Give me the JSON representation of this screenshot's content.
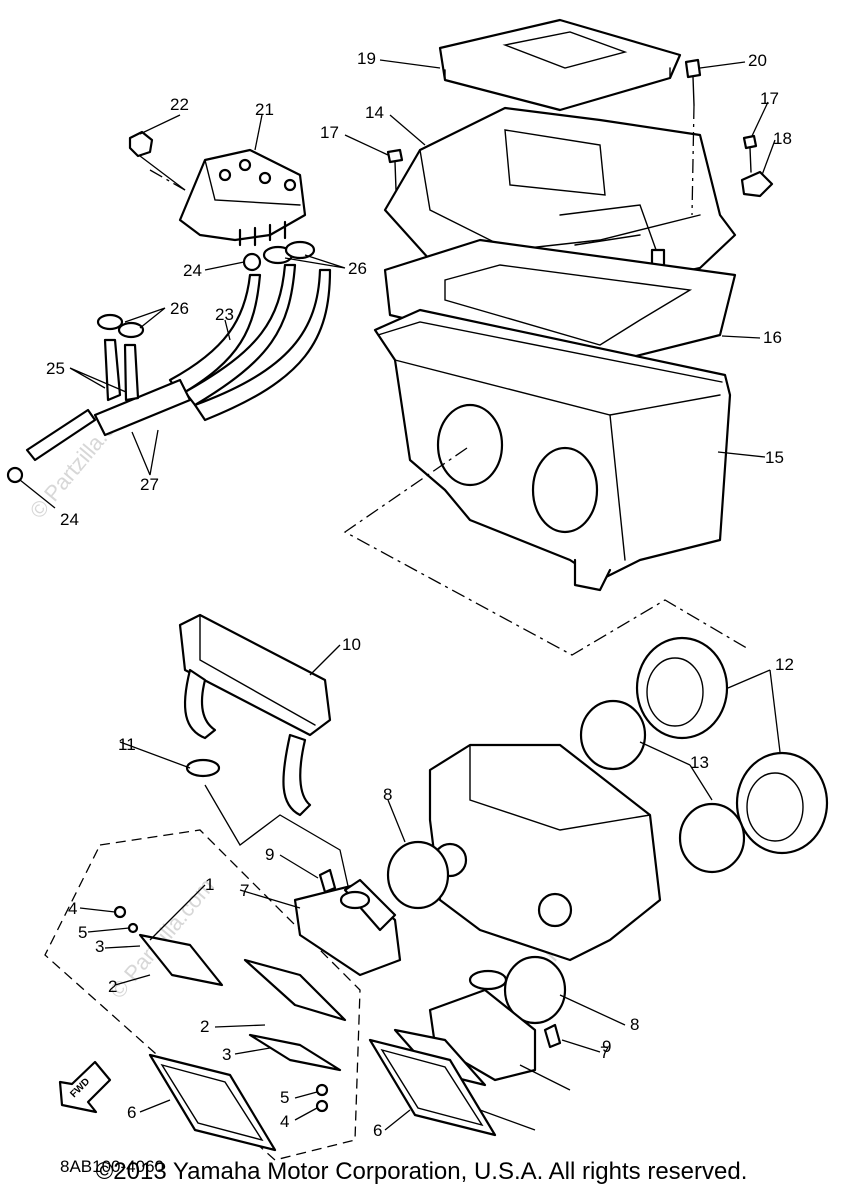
{
  "diagram": {
    "part_numbers": [
      "1",
      "2",
      "2",
      "3",
      "3",
      "4",
      "4",
      "5",
      "5",
      "6",
      "6",
      "7",
      "7",
      "8",
      "8",
      "9",
      "9",
      "10",
      "11",
      "12",
      "13",
      "14",
      "15",
      "16",
      "17",
      "17",
      "18",
      "19",
      "20",
      "21",
      "22",
      "23",
      "24",
      "24",
      "25",
      "26",
      "26",
      "27"
    ],
    "watermark": "© Partzilla.com",
    "fwd_label": "FWD",
    "drawing_code": "8AB100-4060"
  },
  "footer": {
    "copyright": "©2013 Yamaha Motor Corporation, U.S.A. All rights reserved."
  }
}
